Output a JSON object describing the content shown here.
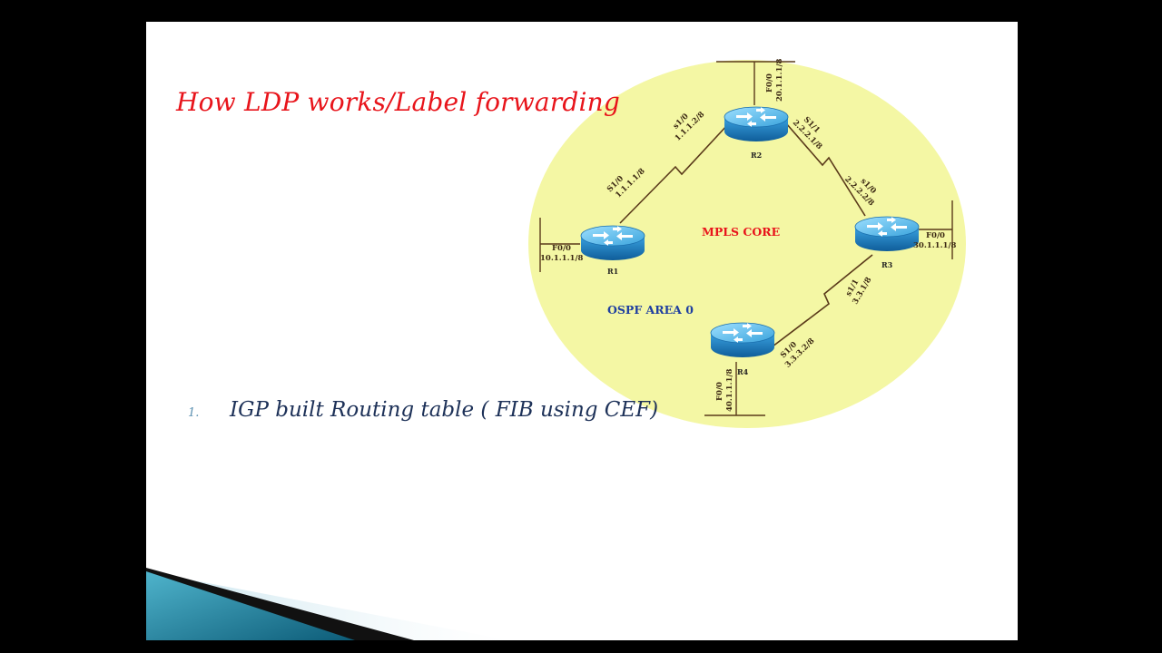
{
  "slide": {
    "title": "How LDP works/Label forwarding",
    "bullets": [
      {
        "number": "1.",
        "text": "IGP built Routing table ( FIB using CEF)"
      }
    ]
  },
  "diagram": {
    "area_label": "MPLS CORE",
    "ospf_label": "OSPF AREA 0",
    "routers": [
      {
        "name": "R1"
      },
      {
        "name": "R2"
      },
      {
        "name": "R3"
      },
      {
        "name": "R4"
      }
    ],
    "interfaces": {
      "r1_f0": "F0/0",
      "r1_f0_ip": "10.1.1.1/8",
      "r1_s1": "S1/0",
      "r1_s1_ip": "1.1.1.1/8",
      "r2_s1_0": "s1/0",
      "r2_s1_0_ip": "1.1.1.2/8",
      "r2_f0": "F0/0",
      "r2_f0_ip": "20.1.1.1/8",
      "r2_s1_1": "S1/1",
      "r2_s1_1_ip": "2.2.2.1/8",
      "r3_s1_0": "s1/0",
      "r3_s1_0_ip": "2.2.2.2/8",
      "r3_f0": "F0/0",
      "r3_f0_ip": "30.1.1.1/8",
      "r3_s1_1": "s1/1",
      "r3_s1_1_ip": "3.3.1/8",
      "r4_s1_0": "S1/0",
      "r4_s1_0_ip": "3.3.3.2/8",
      "r4_f0": "F0/0",
      "r4_f0_ip": "40.1.1.1/8"
    },
    "colors": {
      "cloud": "#f4f7a4",
      "link": "#5a3a1a",
      "router_body": "#2a8ed0",
      "router_top": "#69c4f0",
      "area_label": "#e8141b",
      "ospf_label": "#1f3fa0"
    }
  }
}
